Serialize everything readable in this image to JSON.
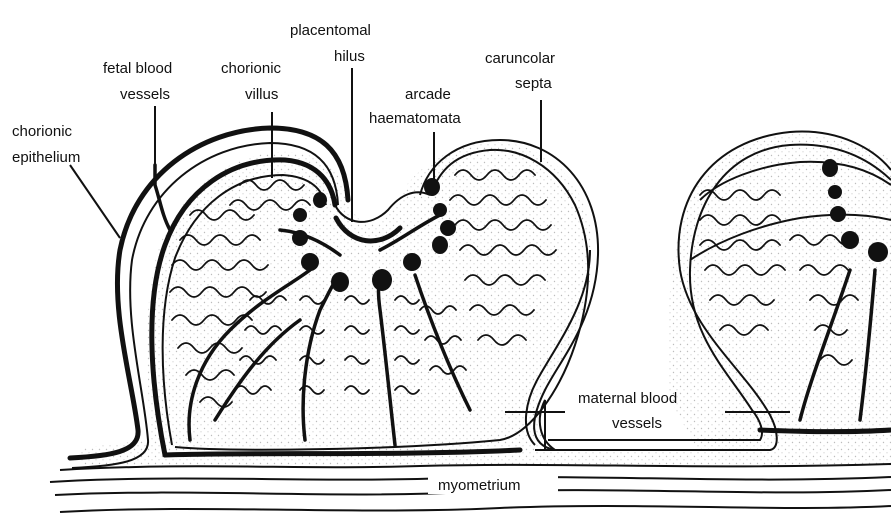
{
  "labels": {
    "chorionic_epithelium": [
      "chorionic",
      "epithelium"
    ],
    "fetal_blood_vessels": [
      "fetal blood",
      "vessels"
    ],
    "chorionic_villus": [
      "chorionic",
      "villus"
    ],
    "placentomal_hilus": [
      "placentomal",
      "hilus"
    ],
    "arcade_haematomata": [
      "arcade",
      "haematomata"
    ],
    "caruncolar_septa": [
      "caruncolar",
      "septa"
    ],
    "maternal_blood_vessels": [
      "maternal blood",
      "vessels"
    ],
    "myometrium": "myometrium"
  },
  "colors": {
    "ink": "#111111",
    "background": "#ffffff",
    "stipple": "#bdbdbd"
  }
}
